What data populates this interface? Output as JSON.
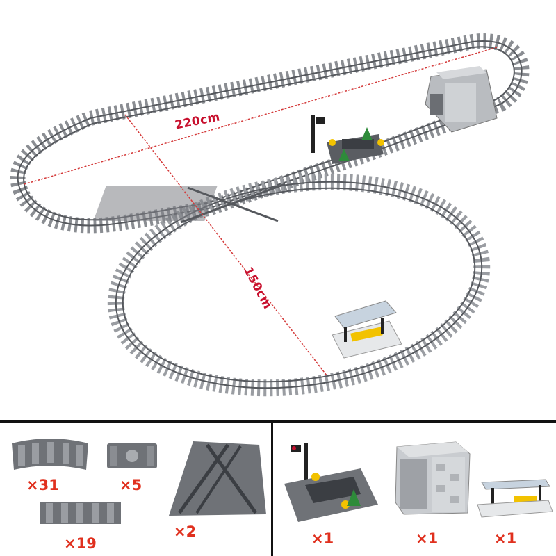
{
  "layout": {
    "length_label": "220cm",
    "width_label": "150cm"
  },
  "parts": [
    {
      "icon": "curved-track-icon",
      "quantity": "×31"
    },
    {
      "icon": "buffer-stop-icon",
      "quantity": "×5"
    },
    {
      "icon": "switch-track-icon",
      "quantity": "×2"
    },
    {
      "icon": "straight-track-icon",
      "quantity": "×19"
    }
  ],
  "accessories": [
    {
      "icon": "level-crossing-icon",
      "quantity": "×1"
    },
    {
      "icon": "tunnel-icon",
      "quantity": "×1"
    },
    {
      "icon": "station-platform-icon",
      "quantity": "×1"
    }
  ],
  "colors": {
    "track": "#5e6166",
    "sleeper": "#8a8d92",
    "measure": "#c8102e",
    "qty": "#e0301e"
  }
}
